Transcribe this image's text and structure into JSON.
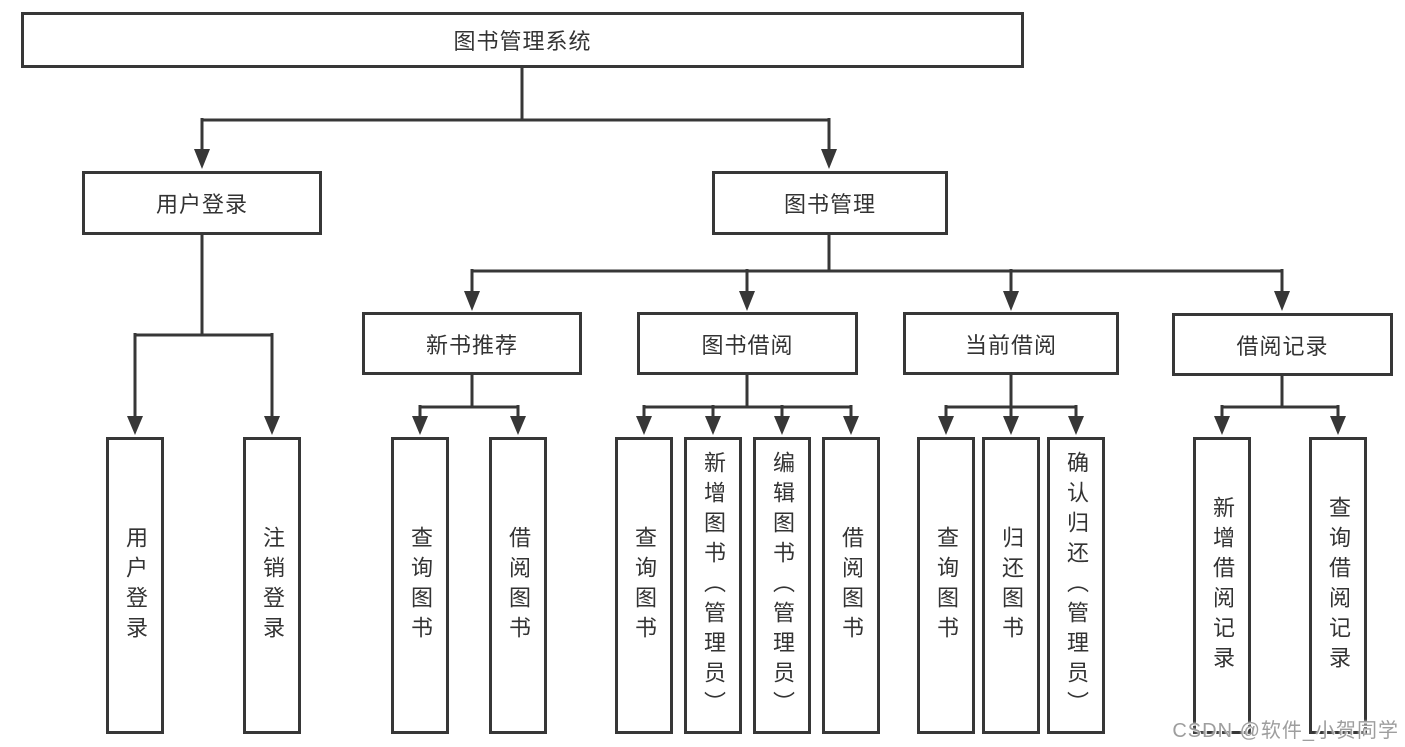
{
  "tree": {
    "label": "图书管理系统",
    "children": [
      {
        "label": "用户登录",
        "children": [
          {
            "label": "用户登录"
          },
          {
            "label": "注销登录"
          }
        ]
      },
      {
        "label": "图书管理",
        "children": [
          {
            "label": "新书推荐",
            "children": [
              {
                "label": "查询图书"
              },
              {
                "label": "借阅图书"
              }
            ]
          },
          {
            "label": "图书借阅",
            "children": [
              {
                "label": "查询图书"
              },
              {
                "label": "新增图书（管理员）"
              },
              {
                "label": "编辑图书（管理员）"
              },
              {
                "label": "借阅图书"
              }
            ]
          },
          {
            "label": "当前借阅",
            "children": [
              {
                "label": "查询图书"
              },
              {
                "label": "归还图书"
              },
              {
                "label": "确认归还（管理员）"
              }
            ]
          },
          {
            "label": "借阅记录",
            "children": [
              {
                "label": "新增借阅记录"
              },
              {
                "label": "查询借阅记录"
              }
            ]
          }
        ]
      }
    ]
  },
  "watermark": {
    "text": "CSDN @软件_小贺同学"
  },
  "colors": {
    "line": "#373737",
    "text": "#333333",
    "background": "#ffffff",
    "box_fill": "#ffffff",
    "watermark": "#9e9e9e"
  }
}
